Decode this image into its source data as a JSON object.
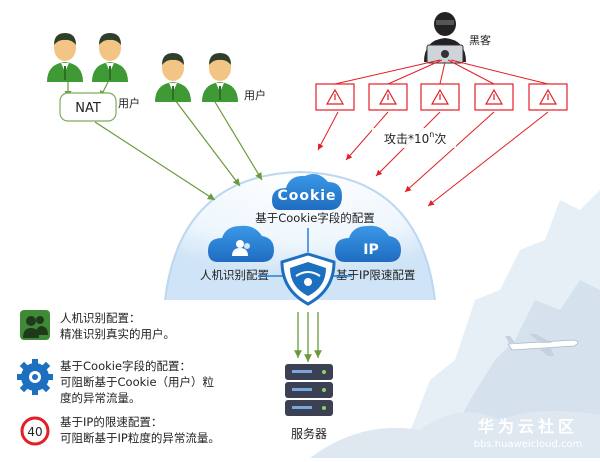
{
  "labels": {
    "nat": "NAT",
    "users_left": "用户",
    "users_right": "用户",
    "hacker": "黑客",
    "attack": "攻击*10",
    "attack_sup": "n",
    "attack_suffix": "次",
    "cookie_title": "Cookie",
    "cookie_caption": "基于Cookie字段的配置",
    "ip_title": "IP",
    "ip_caption": "基于IP限速配置",
    "human_caption": "人机识别配置",
    "server": "服务器"
  },
  "legend": [
    {
      "icon": "users-icon",
      "title": "人机识别配置：",
      "desc": [
        "精准识别真实的用户。"
      ]
    },
    {
      "icon": "gear-icon",
      "title": "基于Cookie字段的配置：",
      "desc": [
        "可阻断基于Cookie（用户）粒",
        "度的异常流量。"
      ]
    },
    {
      "icon": "speed-limit-icon",
      "title": "基于IP的限速配置：",
      "desc": [
        "可阻断基于IP粒度的异常流量。"
      ]
    }
  ],
  "speed_limit_value": "40",
  "watermark": {
    "brand": "华为云社区",
    "url": "bbs.huaweicloud.com"
  },
  "colors": {
    "user_green": "#3f9a36",
    "user_skin": "#f3c585",
    "attack_red": "#e31e24",
    "flow_green": "#6a9a3a",
    "cloud_blue": "#2a7fd4",
    "shield_blue": "#1d6fc0",
    "server_dark": "#3b4152",
    "mountain": "#dfe9f2"
  }
}
